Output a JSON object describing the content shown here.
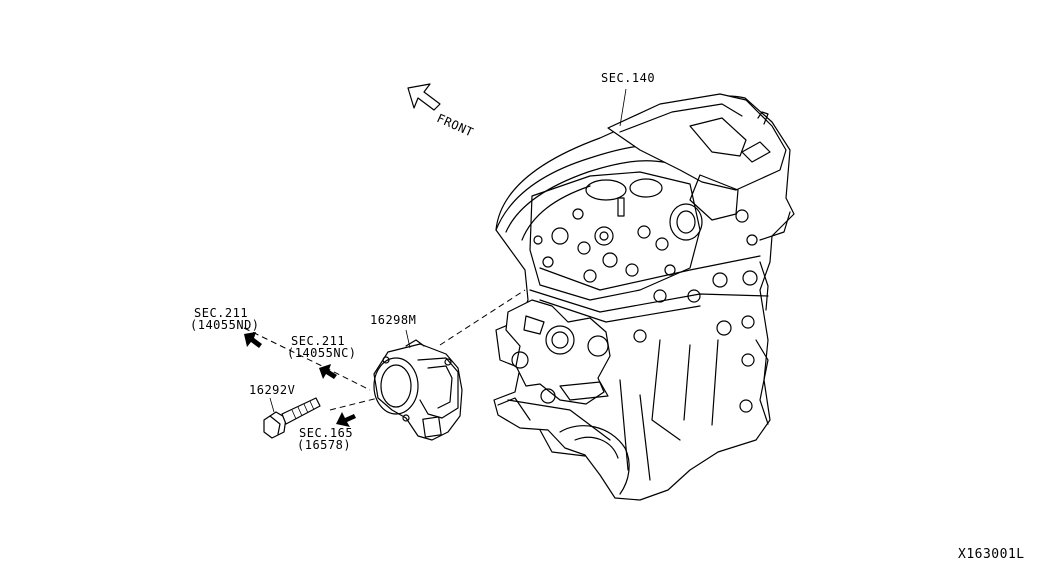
{
  "labels": {
    "sec140": "SEC.140",
    "front": "FRONT",
    "part16298m": "16298M",
    "sec211a": "SEC.211",
    "sec211a_sub": "(14055ND)",
    "sec211b": "SEC.211",
    "sec211b_sub": "(14055NC)",
    "part16292v": "16292V",
    "sec165": "SEC.165",
    "sec165_sub": "(16578)",
    "diagram_id": "X163001L"
  },
  "icons": [
    "front-arrow-icon",
    "arrow-sec211a-icon",
    "arrow-sec211b-icon",
    "arrow-sec165-icon"
  ]
}
